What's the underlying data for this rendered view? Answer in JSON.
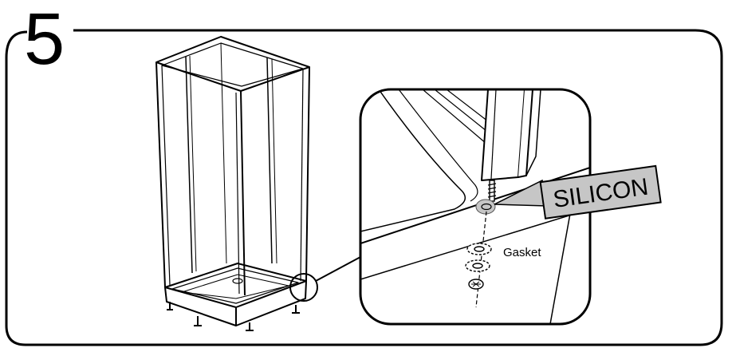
{
  "step": {
    "number": "5"
  },
  "labels": {
    "silicon": "SILICON",
    "gasket": "Gasket"
  },
  "colors": {
    "line": "#000000",
    "silicon_fill": "#c6c6c6",
    "background": "#ffffff"
  },
  "icons": {
    "shower_enclosure": "shower-enclosure-illustration",
    "magnifier": "magnify-circle",
    "screw": "screw-icon",
    "gasket": "gasket-ring-icon"
  }
}
